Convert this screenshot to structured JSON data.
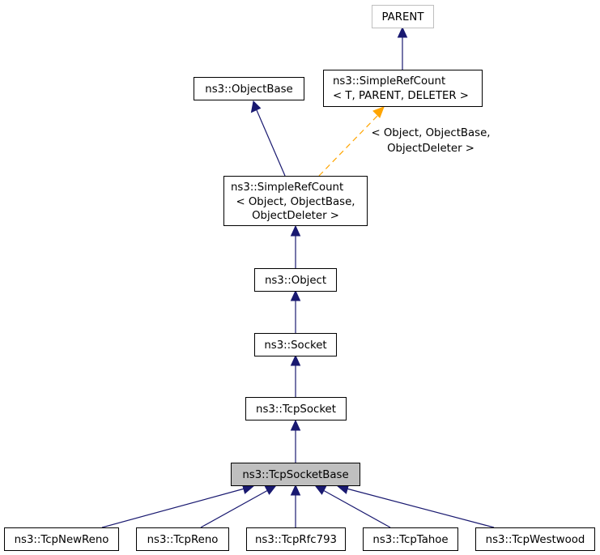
{
  "nodes": {
    "parent": {
      "label": "PARENT"
    },
    "simple_ref_count_template": {
      "lines": [
        "ns3::SimpleRefCount",
        "< T, PARENT, DELETER >"
      ]
    },
    "object_base": {
      "label": "ns3::ObjectBase"
    },
    "simple_ref_count_object": {
      "lines": [
        "ns3::SimpleRefCount",
        "< Object, ObjectBase,",
        "ObjectDeleter >"
      ]
    },
    "object": {
      "label": "ns3::Object"
    },
    "socket": {
      "label": "ns3::Socket"
    },
    "tcp_socket": {
      "label": "ns3::TcpSocket"
    },
    "tcp_socket_base": {
      "label": "ns3::TcpSocketBase"
    },
    "tcp_new_reno": {
      "label": "ns3::TcpNewReno"
    },
    "tcp_reno": {
      "label": "ns3::TcpReno"
    },
    "tcp_rfc793": {
      "label": "ns3::TcpRfc793"
    },
    "tcp_tahoe": {
      "label": "ns3::TcpTahoe"
    },
    "tcp_westwood": {
      "label": "ns3::TcpWestwood"
    }
  },
  "template_edge_label": [
    "< Object, ObjectBase,",
    "ObjectDeleter >"
  ],
  "colors": {
    "inheritance_edge": "#191970",
    "template_edge": "#ffa500",
    "current_node_fill": "#bfbfbf",
    "faded_node_border": "#bfbfbf"
  }
}
